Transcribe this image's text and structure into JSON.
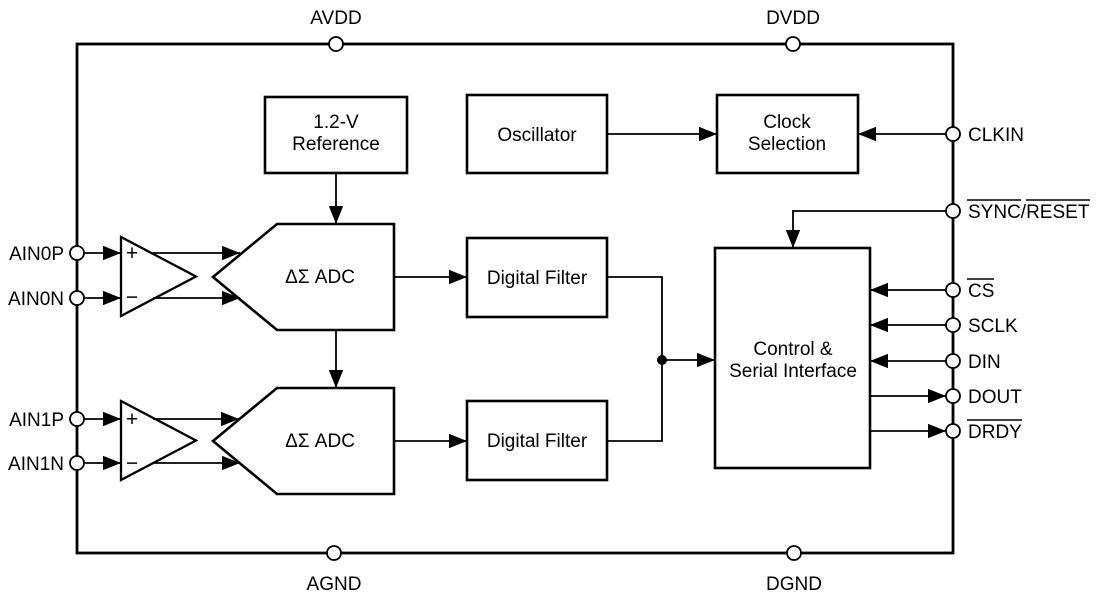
{
  "colors": {
    "line": "#000000",
    "background": "#ffffff",
    "text": "#000000"
  },
  "blocks": {
    "reference": {
      "line1": "1.2-V",
      "line2": "Reference"
    },
    "oscillator": {
      "label": "Oscillator"
    },
    "clock_selection": {
      "line1": "Clock",
      "line2": "Selection"
    },
    "adc0": {
      "label": "ΔΣ ADC"
    },
    "adc1": {
      "label": "ΔΣ ADC"
    },
    "digital_filter0": {
      "label": "Digital Filter"
    },
    "digital_filter1": {
      "label": "Digital Filter"
    },
    "control_serial": {
      "line1": "Control &",
      "line2": "Serial Interface"
    }
  },
  "amplifiers": {
    "amp0": {
      "plus": "+",
      "minus": "−"
    },
    "amp1": {
      "plus": "+",
      "minus": "−"
    }
  },
  "pins": {
    "top": [
      {
        "label": "AVDD"
      },
      {
        "label": "DVDD"
      }
    ],
    "bottom": [
      {
        "label": "AGND"
      },
      {
        "label": "DGND"
      }
    ],
    "left": [
      {
        "label": "AIN0P"
      },
      {
        "label": "AIN0N"
      },
      {
        "label": "AIN1P"
      },
      {
        "label": "AIN1N"
      }
    ],
    "right": [
      {
        "label": "CLKIN",
        "overline": false
      },
      {
        "parts": [
          {
            "text": "SYNC",
            "overline": true
          },
          {
            "text": "/",
            "overline": false
          },
          {
            "text": "RESET",
            "overline": true
          }
        ]
      },
      {
        "label": "CS",
        "overline": true
      },
      {
        "label": "SCLK",
        "overline": false
      },
      {
        "label": "DIN",
        "overline": false
      },
      {
        "label": "DOUT",
        "overline": false
      },
      {
        "label": "DRDY",
        "overline": true
      }
    ]
  }
}
